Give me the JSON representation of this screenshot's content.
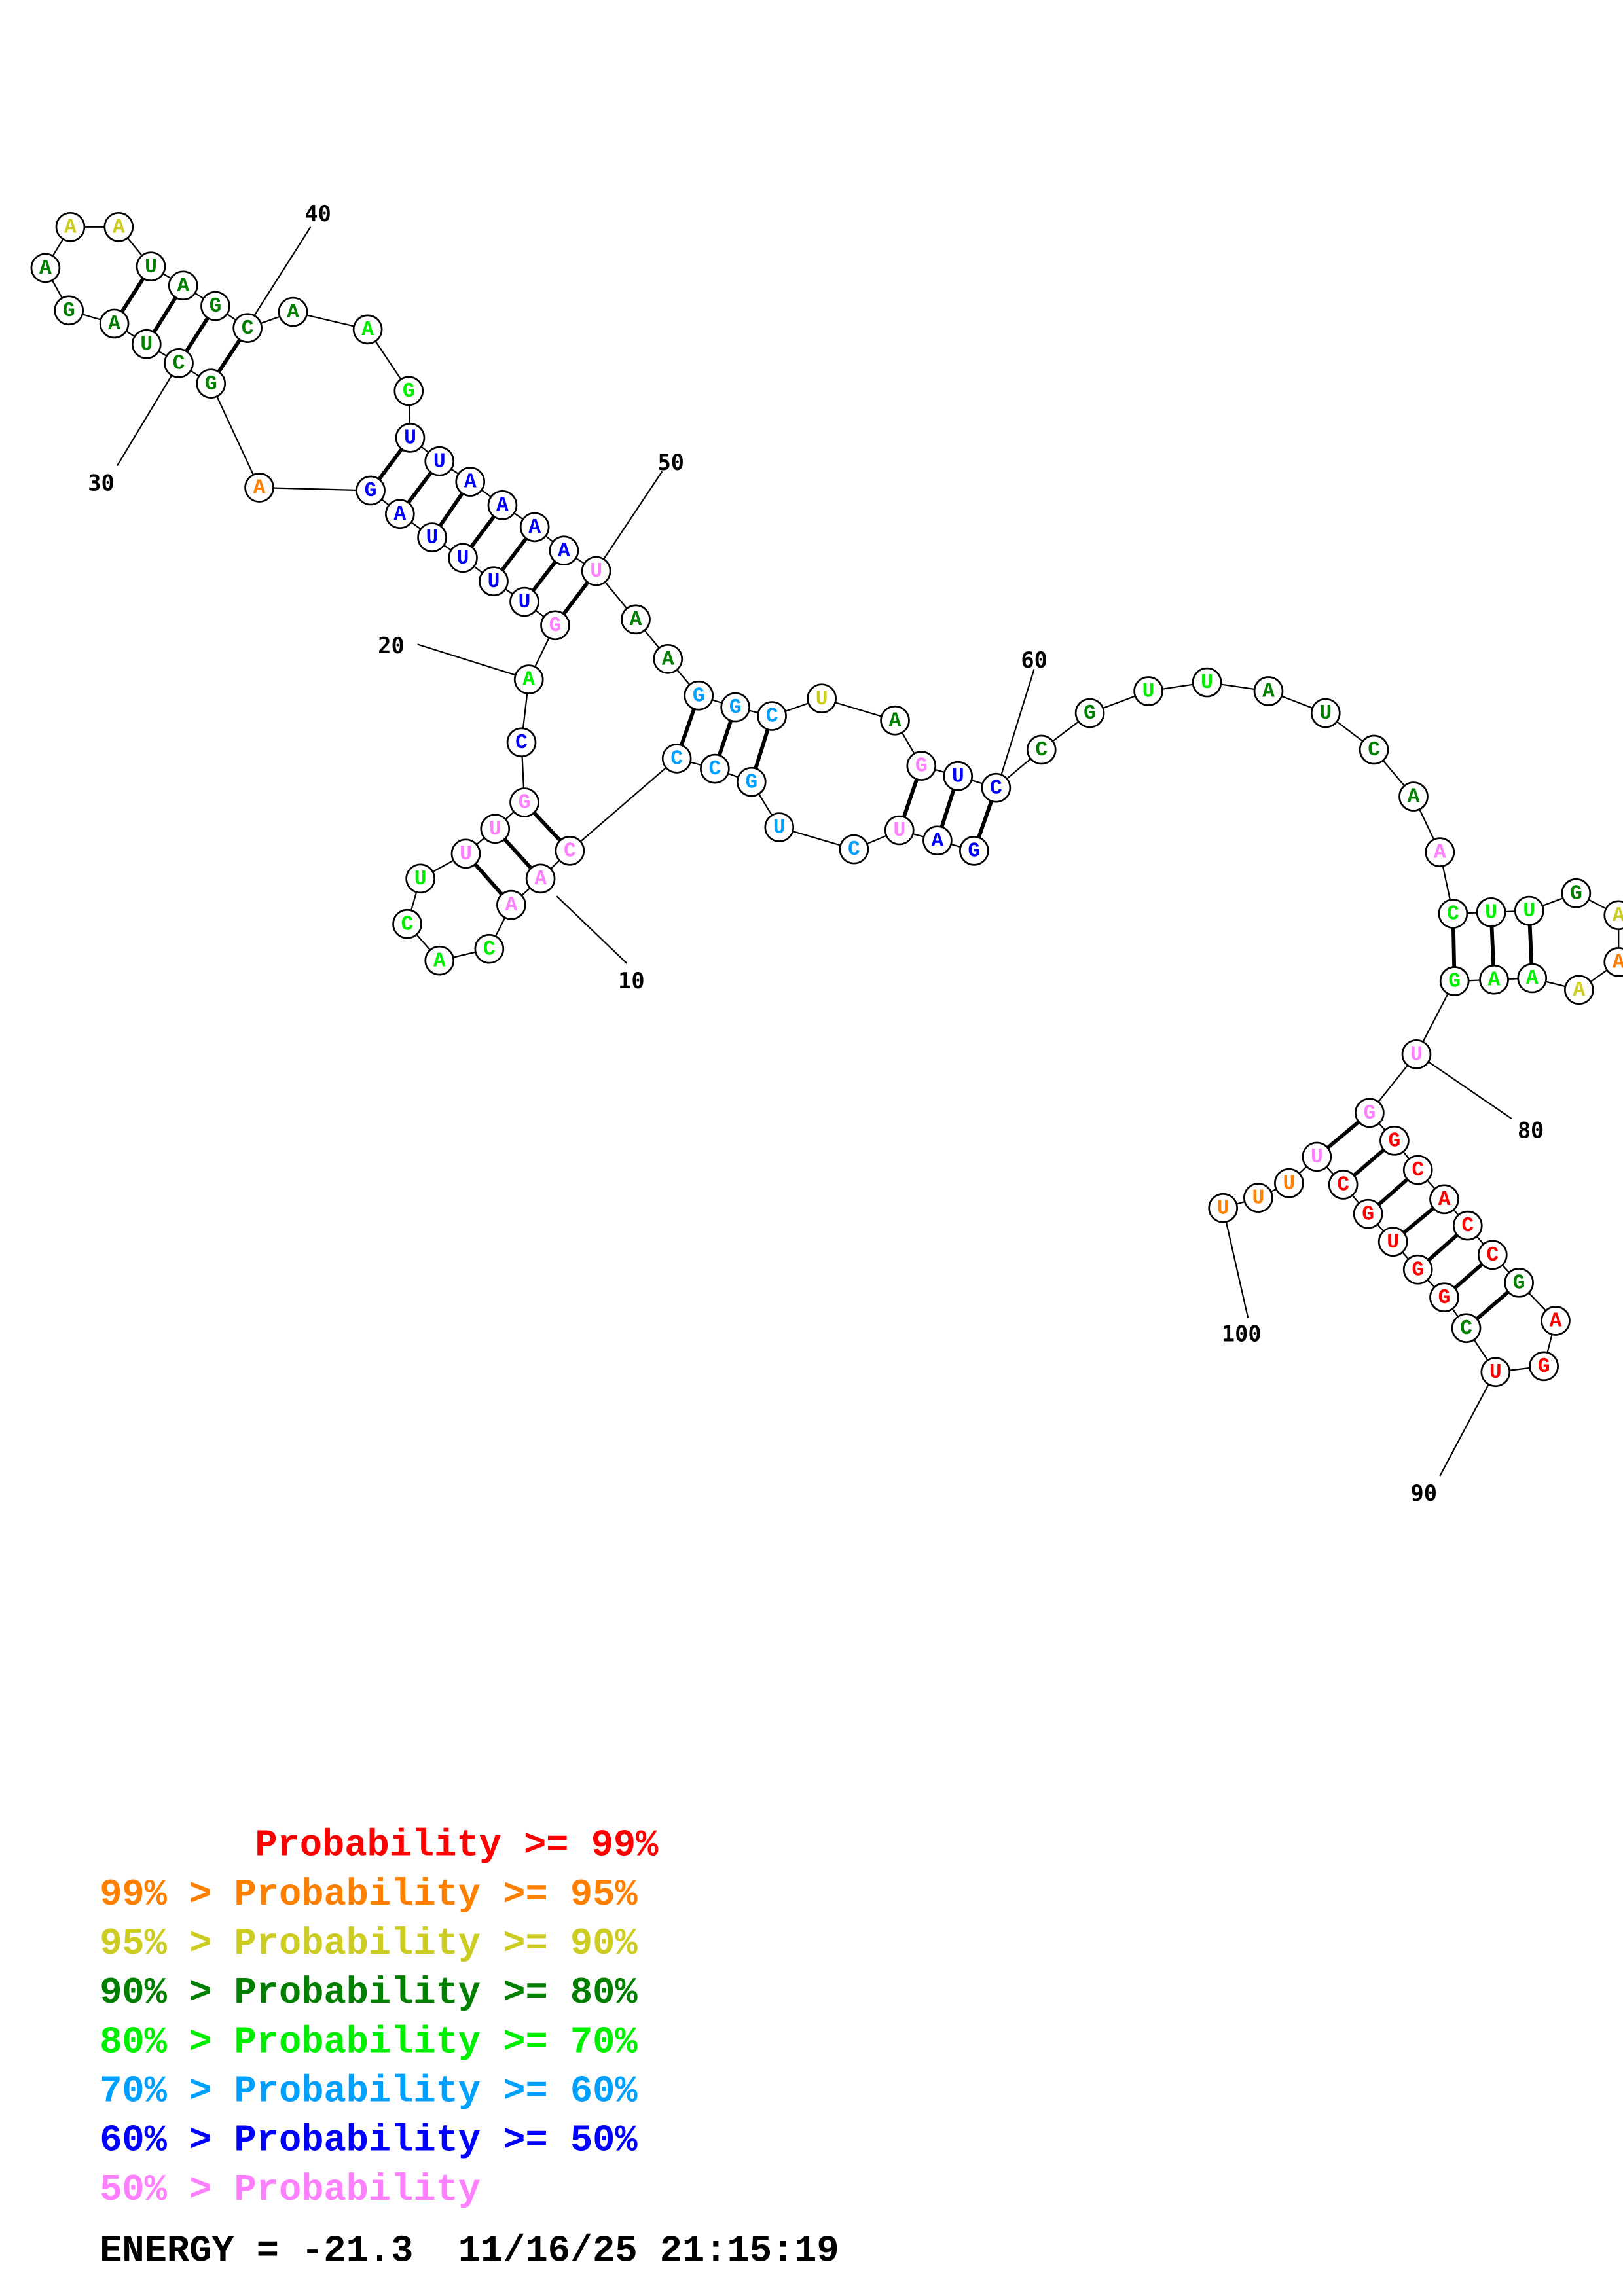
{
  "colors": {
    "r": "#FF0000",
    "o": "#FF8000",
    "y": "#CCCC22",
    "dg": "#007F00",
    "g": "#00EE00",
    "lb": "#00A0FF",
    "b": "#0000FF",
    "p": "#FF80FF"
  },
  "sequence": [
    [
      "G",
      "b"
    ],
    [
      "A",
      "b"
    ],
    [
      "U",
      "p"
    ],
    [
      "C",
      "lb"
    ],
    [
      "U",
      "lb"
    ],
    [
      "G",
      "lb"
    ],
    [
      "C",
      "lb"
    ],
    [
      "C",
      "lb"
    ],
    [
      "C",
      "p"
    ],
    [
      "A",
      "p"
    ],
    [
      "A",
      "p"
    ],
    [
      "C",
      "g"
    ],
    [
      "A",
      "g"
    ],
    [
      "C",
      "g"
    ],
    [
      "U",
      "g"
    ],
    [
      "U",
      "p"
    ],
    [
      "U",
      "p"
    ],
    [
      "G",
      "p"
    ],
    [
      "C",
      "b"
    ],
    [
      "A",
      "g"
    ],
    [
      "G",
      "p"
    ],
    [
      "U",
      "b"
    ],
    [
      "U",
      "b"
    ],
    [
      "U",
      "b"
    ],
    [
      "U",
      "b"
    ],
    [
      "A",
      "b"
    ],
    [
      "G",
      "b"
    ],
    [
      "A",
      "o"
    ],
    [
      "G",
      "dg"
    ],
    [
      "C",
      "dg"
    ],
    [
      "U",
      "dg"
    ],
    [
      "A",
      "dg"
    ],
    [
      "G",
      "dg"
    ],
    [
      "A",
      "dg"
    ],
    [
      "A",
      "y"
    ],
    [
      "A",
      "y"
    ],
    [
      "U",
      "dg"
    ],
    [
      "A",
      "dg"
    ],
    [
      "G",
      "dg"
    ],
    [
      "C",
      "dg"
    ],
    [
      "A",
      "dg"
    ],
    [
      "A",
      "g"
    ],
    [
      "G",
      "g"
    ],
    [
      "U",
      "b"
    ],
    [
      "U",
      "b"
    ],
    [
      "A",
      "b"
    ],
    [
      "A",
      "b"
    ],
    [
      "A",
      "b"
    ],
    [
      "A",
      "b"
    ],
    [
      "U",
      "p"
    ],
    [
      "A",
      "dg"
    ],
    [
      "A",
      "dg"
    ],
    [
      "G",
      "lb"
    ],
    [
      "G",
      "lb"
    ],
    [
      "C",
      "lb"
    ],
    [
      "U",
      "y"
    ],
    [
      "A",
      "dg"
    ],
    [
      "G",
      "p"
    ],
    [
      "U",
      "b"
    ],
    [
      "C",
      "b"
    ],
    [
      "C",
      "dg"
    ],
    [
      "G",
      "dg"
    ],
    [
      "U",
      "g"
    ],
    [
      "U",
      "g"
    ],
    [
      "A",
      "dg"
    ],
    [
      "U",
      "dg"
    ],
    [
      "C",
      "dg"
    ],
    [
      "A",
      "dg"
    ],
    [
      "A",
      "p"
    ],
    [
      "C",
      "g"
    ],
    [
      "U",
      "g"
    ],
    [
      "U",
      "g"
    ],
    [
      "G",
      "dg"
    ],
    [
      "A",
      "y"
    ],
    [
      "A",
      "o"
    ],
    [
      "A",
      "y"
    ],
    [
      "A",
      "g"
    ],
    [
      "A",
      "g"
    ],
    [
      "G",
      "g"
    ],
    [
      "U",
      "p"
    ],
    [
      "G",
      "p"
    ],
    [
      "G",
      "r"
    ],
    [
      "C",
      "r"
    ],
    [
      "A",
      "r"
    ],
    [
      "C",
      "r"
    ],
    [
      "C",
      "r"
    ],
    [
      "G",
      "dg"
    ],
    [
      "A",
      "r"
    ],
    [
      "G",
      "r"
    ],
    [
      "U",
      "r"
    ],
    [
      "C",
      "dg"
    ],
    [
      "G",
      "r"
    ],
    [
      "G",
      "r"
    ],
    [
      "U",
      "r"
    ],
    [
      "G",
      "r"
    ],
    [
      "C",
      "r"
    ],
    [
      "U",
      "p"
    ],
    [
      "U",
      "o"
    ],
    [
      "U",
      "o"
    ],
    [
      "U",
      "o"
    ]
  ],
  "pairs": [
    [
      1,
      60
    ],
    [
      2,
      59
    ],
    [
      3,
      58
    ],
    [
      6,
      55
    ],
    [
      7,
      54
    ],
    [
      8,
      53
    ],
    [
      9,
      18
    ],
    [
      10,
      17
    ],
    [
      11,
      16
    ],
    [
      21,
      50
    ],
    [
      22,
      49
    ],
    [
      23,
      48
    ],
    [
      24,
      47
    ],
    [
      25,
      46
    ],
    [
      26,
      45
    ],
    [
      27,
      44
    ],
    [
      29,
      40
    ],
    [
      30,
      39
    ],
    [
      31,
      38
    ],
    [
      32,
      37
    ],
    [
      70,
      79
    ],
    [
      71,
      78
    ],
    [
      72,
      77
    ],
    [
      81,
      97
    ],
    [
      82,
      96
    ],
    [
      83,
      95
    ],
    [
      84,
      94
    ],
    [
      85,
      93
    ],
    [
      86,
      92
    ],
    [
      87,
      91
    ]
  ],
  "position_labels": [
    "10",
    "20",
    "30",
    "40",
    "50",
    "60",
    "80",
    "90",
    "100"
  ],
  "legend": [
    {
      "prefix": "",
      "text": "Probability >= 99%",
      "color": "#FF0000"
    },
    {
      "prefix": "99% > ",
      "text": "Probability >= 95%",
      "color": "#FF8000"
    },
    {
      "prefix": "95% > ",
      "text": "Probability >= 90%",
      "color": "#CCCC22"
    },
    {
      "prefix": "90% > ",
      "text": "Probability >= 80%",
      "color": "#007F00"
    },
    {
      "prefix": "80% > ",
      "text": "Probability >= 70%",
      "color": "#00EE00"
    },
    {
      "prefix": "70% > ",
      "text": "Probability >= 60%",
      "color": "#00A0FF"
    },
    {
      "prefix": "60% > ",
      "text": "Probability >= 50%",
      "color": "#0000FF"
    },
    {
      "prefix": "50% > ",
      "text": "Probability",
      "color": "#FF80FF"
    }
  ],
  "footer": "ENERGY = -21.3  11/16/25 21:15:19"
}
